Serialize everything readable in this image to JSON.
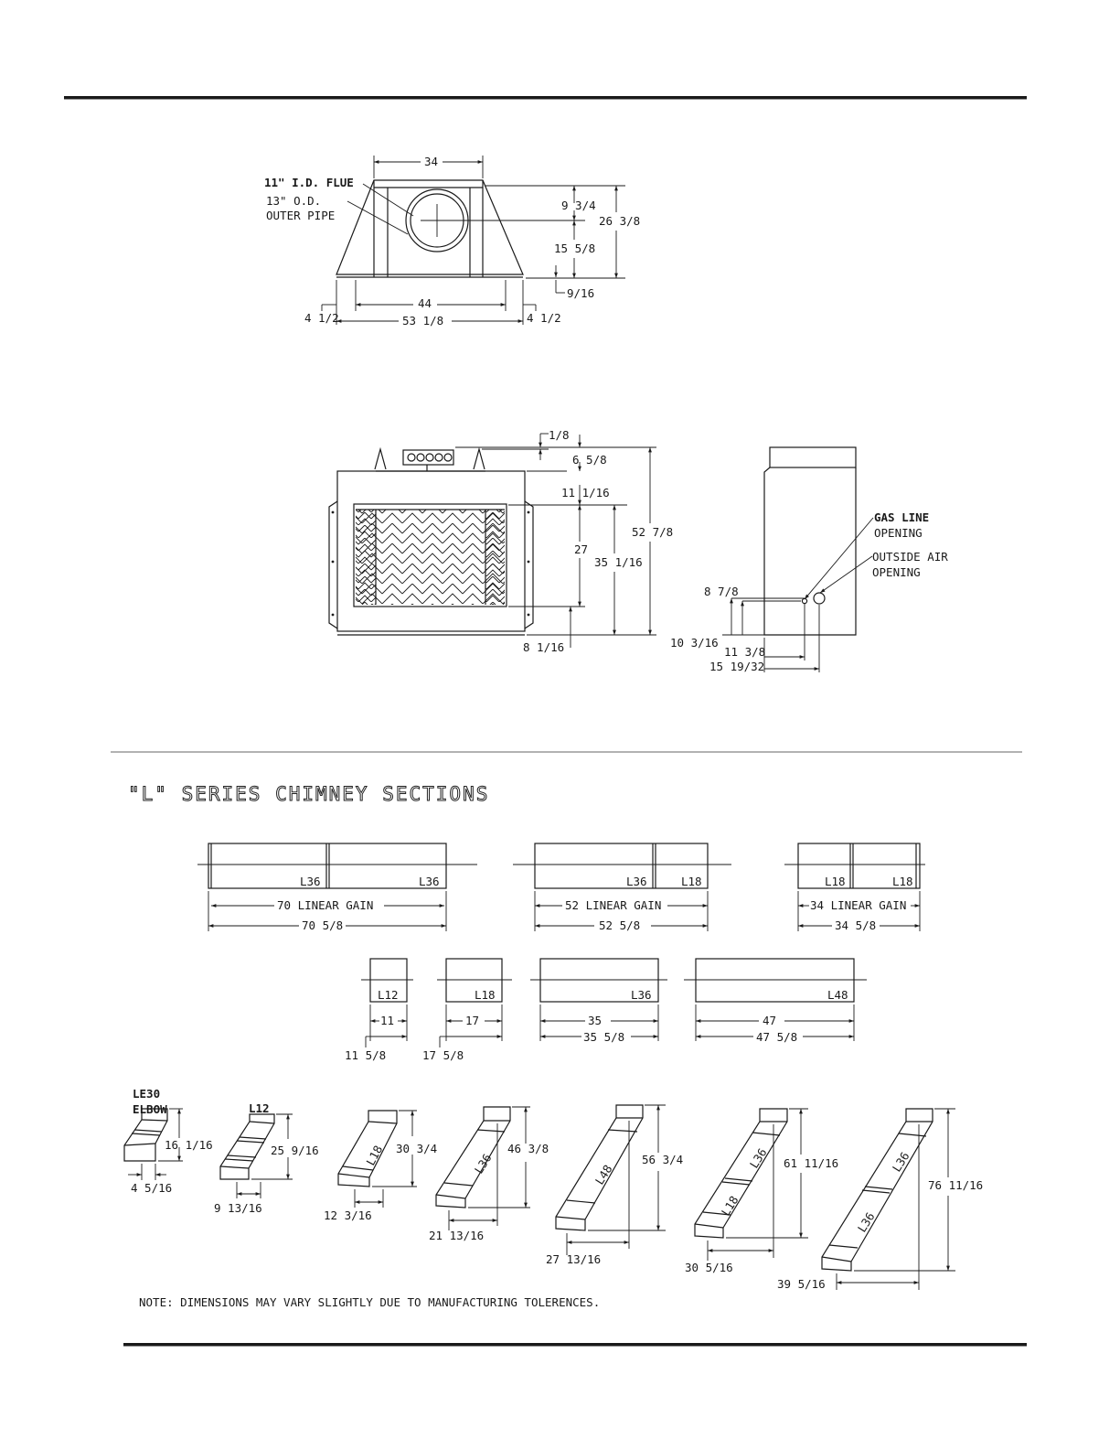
{
  "top_view": {
    "width_top": "34",
    "flue_label": "11\" I.D. FLUE",
    "outer_label_1": "13\" O.D.",
    "outer_label_2": "OUTER PIPE",
    "dim_9_3_4": "9 3/4",
    "dim_26_3_8": "26 3/8",
    "dim_15_5_8": "15 5/8",
    "dim_9_16": "9/16",
    "dim_44": "44",
    "dim_4_1_2_left": "4 1/2",
    "dim_4_1_2_right": "4 1/2",
    "dim_53_1_8": "53 1/8"
  },
  "front_view": {
    "dim_1_8": "1/8",
    "dim_6_5_8": "6 5/8",
    "dim_11_1_16": "11 1/16",
    "dim_27": "27",
    "dim_35_1_16": "35 1/16",
    "dim_52_7_8": "52 7/8",
    "dim_8_1_16": "8 1/16"
  },
  "side_view": {
    "gas_line_1": "GAS LINE",
    "gas_line_2": "OPENING",
    "outside_air_1": "OUTSIDE AIR",
    "outside_air_2": "OPENING",
    "dim_8_7_8": "8 7/8",
    "dim_10_3_16": "10 3/16",
    "dim_11_3_8": "11 3/8",
    "dim_15_19_32": "15 19/32"
  },
  "chimney": {
    "title": "\"L\" SERIES CHIMNEY SECTIONS",
    "assemblies": [
      {
        "labels": [
          "L36",
          "L36"
        ],
        "gain": "70 LINEAR GAIN",
        "overall": "70 5/8"
      },
      {
        "labels": [
          "L36",
          "L18"
        ],
        "gain": "52 LINEAR GAIN",
        "overall": "52 5/8"
      },
      {
        "labels": [
          "L18",
          "L18"
        ],
        "gain": "34 LINEAR GAIN",
        "overall": "34 5/8"
      }
    ],
    "singles": [
      {
        "label": "L12",
        "inner": "11",
        "overall": "11 5/8"
      },
      {
        "label": "L18",
        "inner": "17",
        "overall": "17 5/8"
      },
      {
        "label": "L36",
        "inner": "35",
        "overall": "35 5/8"
      },
      {
        "label": "L48",
        "inner": "47",
        "overall": "47 5/8"
      }
    ],
    "elbows": [
      {
        "label_1": "LE30",
        "label_2": "ELBOW",
        "height": "16 1/16",
        "offset": "4 5/16"
      },
      {
        "label": "L12",
        "height": "25 9/16",
        "offset": "9 13/16"
      },
      {
        "label": "L18",
        "height": "30 3/4",
        "offset": "12 3/16"
      },
      {
        "label": "L36",
        "height": "46 3/8",
        "offset": "21 13/16"
      },
      {
        "label": "L48",
        "height": "56 3/4",
        "offset": "27 13/16"
      },
      {
        "labels": [
          "L36",
          "L18"
        ],
        "height": "61 11/16",
        "offset": "30 5/16"
      },
      {
        "labels": [
          "L36",
          "L36"
        ],
        "height": "76 11/16",
        "offset": "39 5/16"
      }
    ],
    "note": "NOTE: DIMENSIONS MAY VARY SLIGHTLY DUE TO MANUFACTURING TOLERENCES."
  }
}
